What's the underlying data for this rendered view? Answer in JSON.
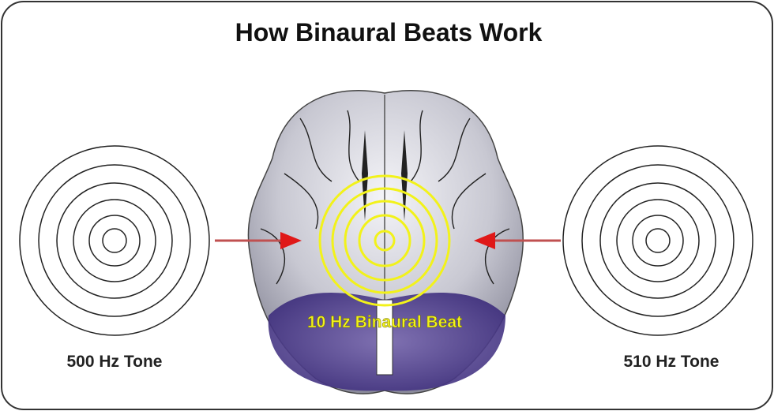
{
  "title": "How Binaural Beats Work",
  "left_tone": "500 Hz Tone",
  "right_tone": "510 Hz Tone",
  "beat_label": "10 Hz Binaural Beat",
  "colors": {
    "beat": "#f2f21a",
    "arrow": "#e01818",
    "brain_shadow": "#4a3a8c"
  }
}
